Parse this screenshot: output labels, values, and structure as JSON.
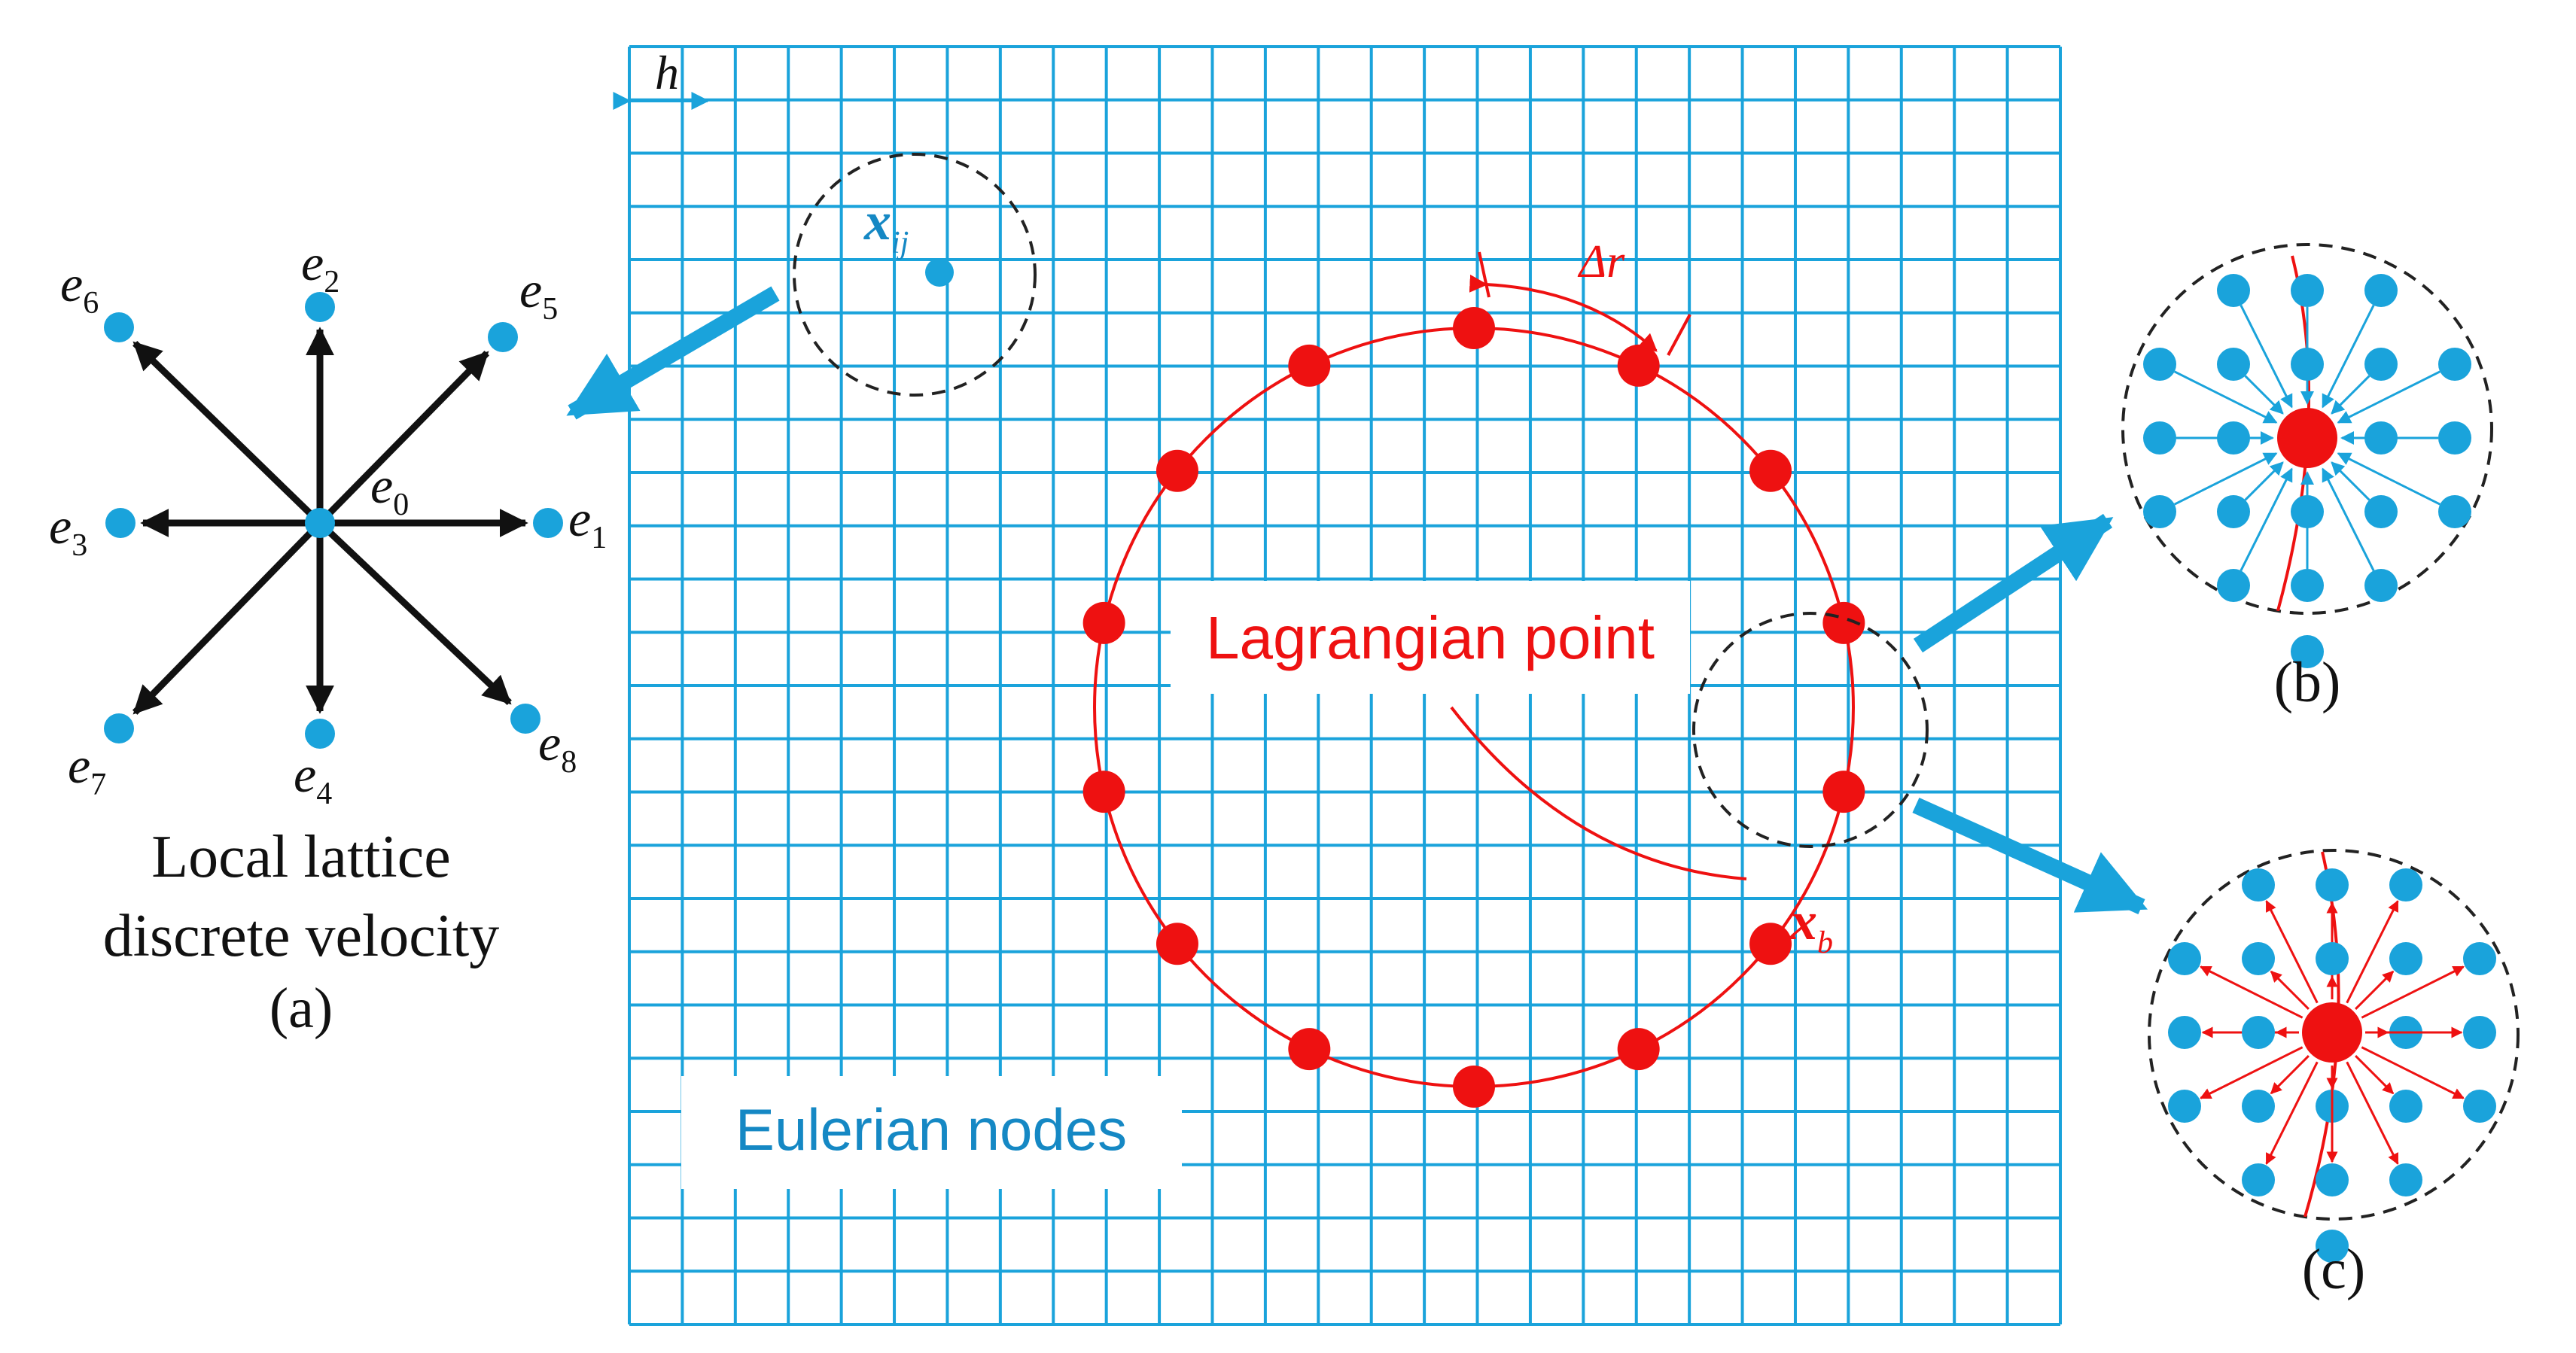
{
  "colors": {
    "grid": "#1aa3db",
    "eulerian_node": "#1aa3db",
    "lagrangian": "#ee1111",
    "arrow_black": "#111111",
    "dashed_circle": "#222222",
    "eulerian_text": "#1588c4"
  },
  "lattice": {
    "origin_label": "e",
    "origin_sub": "0",
    "dirs": [
      {
        "base": "e",
        "sub": "1"
      },
      {
        "base": "e",
        "sub": "2"
      },
      {
        "base": "e",
        "sub": "3"
      },
      {
        "base": "e",
        "sub": "4"
      },
      {
        "base": "e",
        "sub": "5"
      },
      {
        "base": "e",
        "sub": "6"
      },
      {
        "base": "e",
        "sub": "7"
      },
      {
        "base": "e",
        "sub": "8"
      }
    ],
    "caption_line1": "Local lattice",
    "caption_line2": "discrete velocity",
    "caption_tag": "(a)"
  },
  "grid": {
    "spacing_label": "h",
    "node_label_base": "x",
    "node_label_sub": "ij",
    "eulerian_label": "Eulerian nodes"
  },
  "lagrangian": {
    "label": "Lagrangian point",
    "spacing_label": "Δr",
    "point_label_base": "x",
    "point_label_sub": "b",
    "point_count": 14
  },
  "insets": {
    "b_tag": "(b)",
    "c_tag": "(c)"
  }
}
